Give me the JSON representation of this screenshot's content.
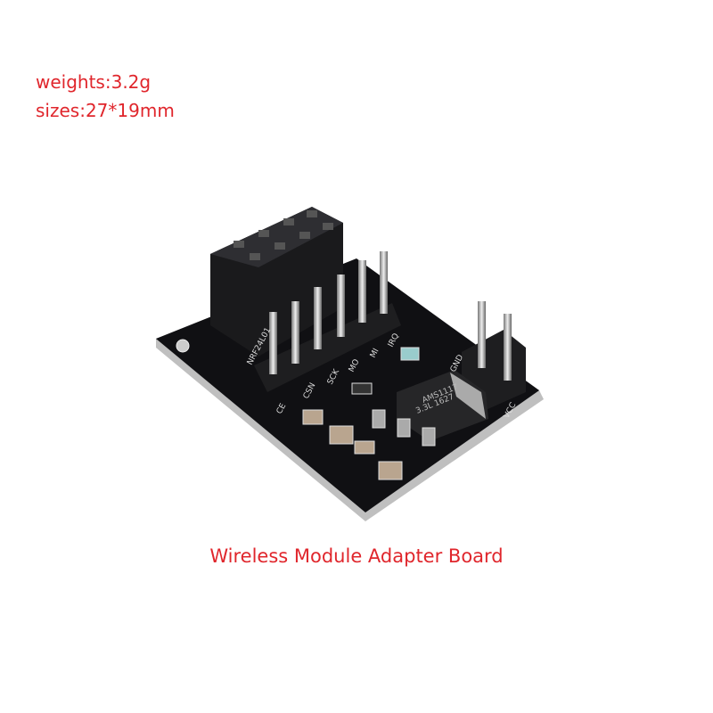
{
  "specs": {
    "weight": "weights:3.2g",
    "size": "sizes:27*19mm"
  },
  "caption": "Wireless Module Adapter Board",
  "board_markings": {
    "module": "NRF24L01",
    "regulator_line1": "AMS1117",
    "regulator_line2": "3.3L 1627",
    "pins": [
      "CE",
      "CSN",
      "SCK",
      "MO",
      "MI",
      "IRQ"
    ],
    "power": [
      "GND",
      "VCC"
    ]
  },
  "colors": {
    "text": "#e0262c",
    "pcb": "#101013"
  }
}
